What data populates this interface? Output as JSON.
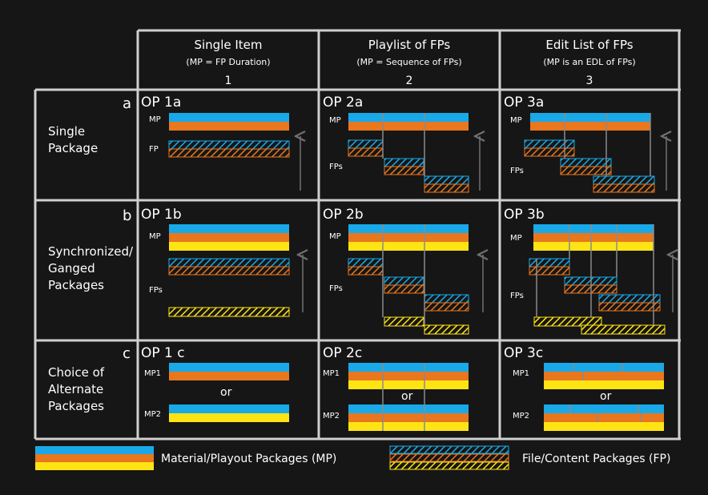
{
  "colors": {
    "background": "#161616",
    "grid_line": "#cfcfcf",
    "mp_blue": "#1aa9e8",
    "mp_orange": "#e8771e",
    "mp_yellow": "#ffe414",
    "divider": "#8a8a8a",
    "arrow": "#707070"
  },
  "columns": [
    {
      "title": "Single Item",
      "subtitle": "(MP = FP Duration)",
      "number": "1"
    },
    {
      "title": "Playlist of FPs",
      "subtitle": "(MP = Sequence of FPs)",
      "number": "2"
    },
    {
      "title": "Edit List of FPs",
      "subtitle": "(MP is an EDL of FPs)",
      "number": "3"
    }
  ],
  "rows": [
    {
      "letter": "a",
      "label_line1": "Single",
      "label_line2": "Package",
      "label_line3": ""
    },
    {
      "letter": "b",
      "label_line1": "Synchronized/",
      "label_line2": "Ganged",
      "label_line3": "Packages"
    },
    {
      "letter": "c",
      "label_line1": "Choice of",
      "label_line2": "Alternate",
      "label_line3": "Packages"
    }
  ],
  "cells": {
    "op1a": {
      "title": "OP 1a",
      "mp_label": "MP",
      "fp_label": "FP"
    },
    "op2a": {
      "title": "OP 2a",
      "mp_label": "MP",
      "fp_label": "FPs"
    },
    "op3a": {
      "title": "OP 3a",
      "mp_label": "MP",
      "fp_label": "FPs"
    },
    "op1b": {
      "title": "OP 1b",
      "mp_label": "MP",
      "fp_label": "FPs"
    },
    "op2b": {
      "title": "OP 2b",
      "mp_label": "MP",
      "fp_label": "FPs"
    },
    "op3b": {
      "title": "OP 3b",
      "mp_label": "MP",
      "fp_label": "FPs"
    },
    "op1c": {
      "title": "OP 1 c",
      "mp1_label": "MP1",
      "mp2_label": "MP2",
      "or_label": "or"
    },
    "op2c": {
      "title": "OP 2c",
      "mp1_label": "MP1",
      "mp2_label": "MP2",
      "or_label": "or"
    },
    "op3c": {
      "title": "OP 3c",
      "mp1_label": "MP1",
      "mp2_label": "MP2",
      "or_label": "or"
    }
  },
  "legend": {
    "mp_label": "Material/Playout Packages (MP)",
    "fp_label": "File/Content Packages (FP)"
  }
}
